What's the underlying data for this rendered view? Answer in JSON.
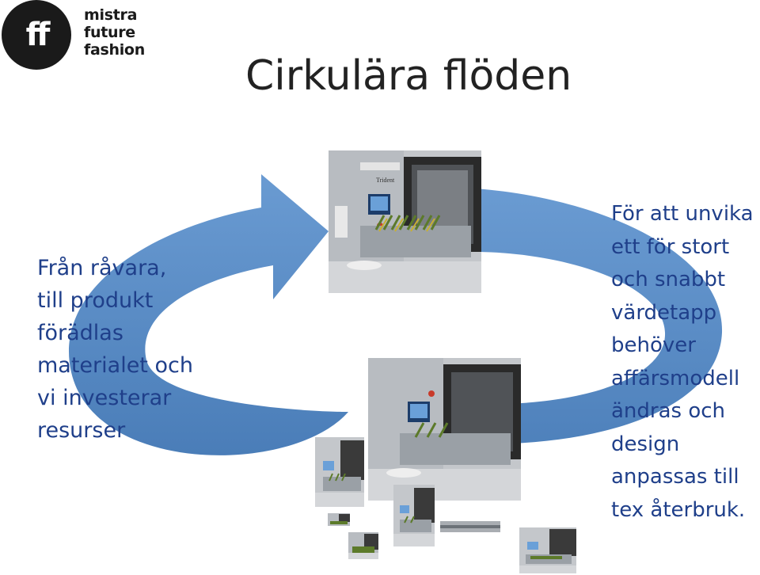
{
  "logo": {
    "mark": "ff",
    "lines": [
      "mistra",
      "future",
      "fashion"
    ]
  },
  "title": "Cirkulära flöden",
  "left_text": [
    "Från råvara,",
    "till produkt",
    "förädlas",
    "materialet och",
    "vi investerar",
    "resurser"
  ],
  "right_text": [
    "För att unvika",
    "ett för stort",
    "och snabbt",
    "värdetapp",
    "behöver",
    "affärsmodell",
    "ändras och",
    "design",
    "anpassas till",
    "tex återbruk."
  ],
  "colors": {
    "arrow": "#5b8fc9",
    "arrow_dark": "#4a7db8",
    "text": "#1f3f8a",
    "title": "#222222"
  },
  "photo_label": "Trident"
}
